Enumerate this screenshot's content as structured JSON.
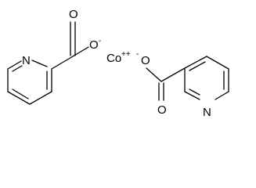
{
  "molecule": {
    "left_ligand": {
      "nitrogen": "N",
      "carbonyl_oxygen": "O",
      "anion_oxygen": "O",
      "anion_charge": "-"
    },
    "metal": {
      "symbol": "Co",
      "charge": "++"
    },
    "right_ligand": {
      "nitrogen": "N",
      "carbonyl_oxygen": "O",
      "anion_oxygen": "O",
      "anion_charge": "-"
    }
  }
}
